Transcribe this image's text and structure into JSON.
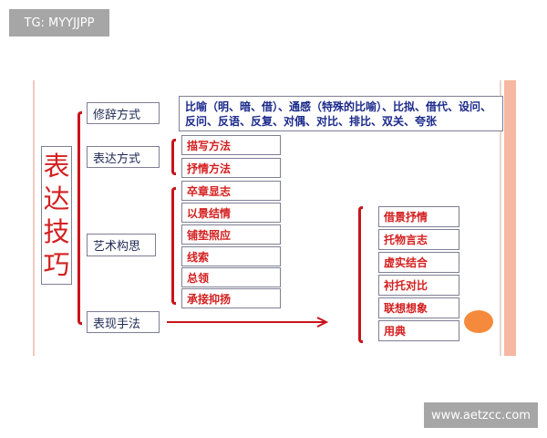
{
  "watermark_top": "TG: MYYJJPP",
  "watermark_bottom": "www.aetzcc.com",
  "title_chars": [
    "表",
    "达",
    "技",
    "巧"
  ],
  "levels": [
    "修辞方式",
    "表达方式",
    "艺术构思",
    "表现手法"
  ],
  "rhetoric_text": "比喻（明、暗、借）、通感（特殊的比喻）、比拟、借代、设问、反问、反语、反复、对偶、对比、排比、双关、夸张",
  "expression_methods": [
    "描写方法",
    "抒情方法"
  ],
  "artistic_conception": [
    "卒章显志",
    "以景结情",
    "铺垫照应",
    "线索",
    "总领",
    "承接抑扬"
  ],
  "presentation_techniques": [
    "借景抒情",
    "托物言志",
    "虚实结合",
    "衬托对比",
    "联想想象",
    "用典"
  ]
}
